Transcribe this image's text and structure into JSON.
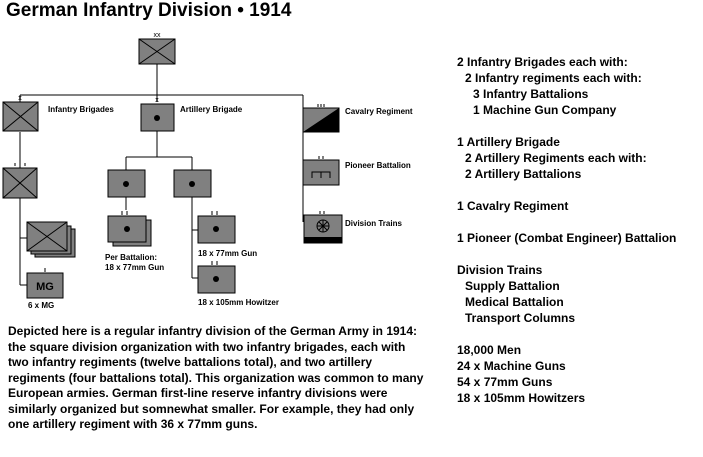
{
  "title": "German Infantry Division  •  1914",
  "chart": {
    "infantry_brigades_label": "Infantry Brigades",
    "artillery_brigade_label": "Artillery Brigade",
    "cavalry_regiment_label": "Cavalry Regiment",
    "pioneer_battalion_label": "Pioneer Battalion",
    "division_trains_label": "Division Trains",
    "mg_symbol_text": "MG",
    "mg_label": "6 x MG",
    "per_battalion_label": "Per Battalion:",
    "per_battalion_guns": "18 x 77mm Gun",
    "gun_77_label": "18 x 77mm Gun",
    "howitzer_label": "18 x 105mm Howitzer"
  },
  "summary": {
    "infantry": [
      "2 Infantry Brigades each with:",
      "2 Infantry regiments each with:",
      "3 Infantry Battalions",
      "1 Machine Gun Company"
    ],
    "artillery": [
      "1 Artillery Brigade",
      "2 Artillery Regiments each with:",
      "2 Artillery Battalions"
    ],
    "cavalry": "1 Cavalry Regiment",
    "pioneer": "1 Pioneer (Combat Engineer) Battalion",
    "trains": [
      "Division Trains",
      "Supply Battalion",
      "Medical Battalion",
      "Transport Columns"
    ],
    "totals": [
      "18,000 Men",
      "24 x Machine Guns",
      "54 x 77mm Guns",
      "18 x 105mm Howitzers"
    ]
  },
  "description": "Depicted here is a regular infantry division of the German Army in 1914: the square division organization with two infantry brigades, each with two infantry regiments (twelve battalions total), and two artillery regiments (four battalions total). This organization was common to many European armies. German first-line reserve infantry divisions were similarly organized but somnewhat smaller. For example, they had only one artillery regiment with 36 x 77mm guns.",
  "colors": {
    "unit_fill": "#808080",
    "line": "#000000"
  }
}
